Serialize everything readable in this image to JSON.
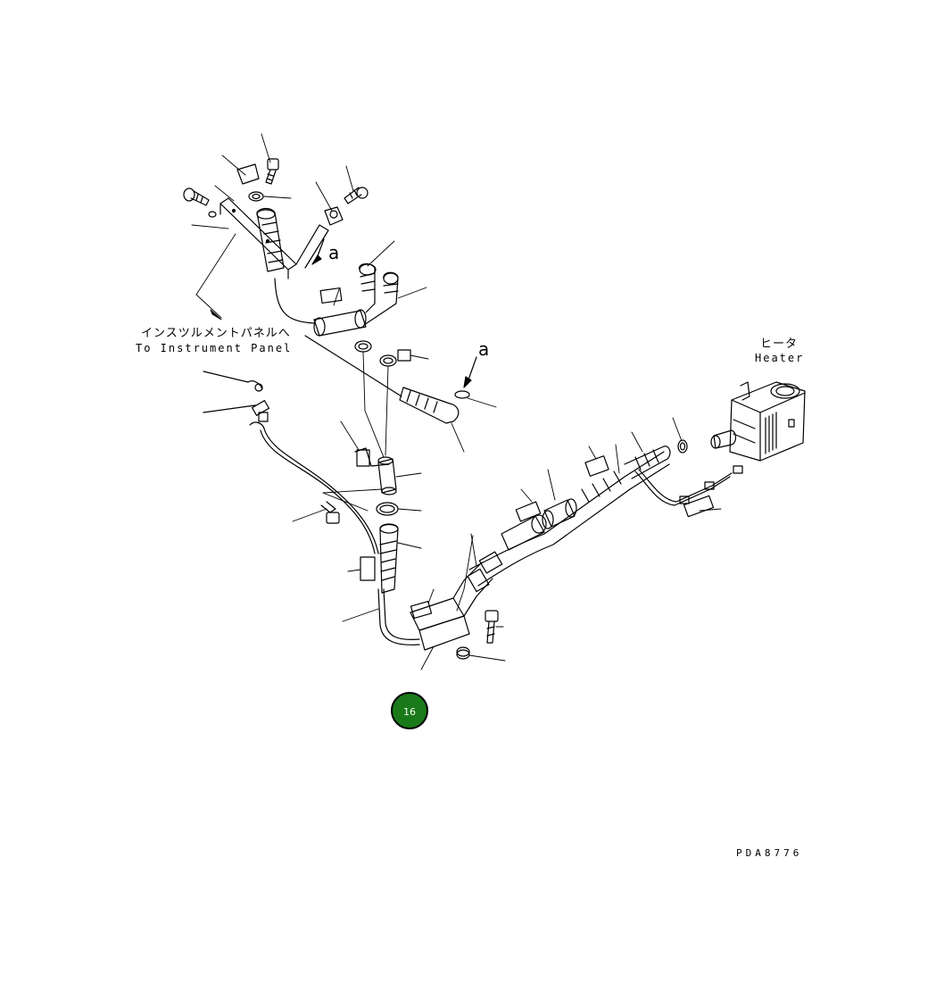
{
  "labels": {
    "instrument_jp": "インスツルメントパネルへ",
    "instrument_en": "To Instrument Panel",
    "heater_jp": "ヒータ",
    "heater_en": "Heater",
    "view_a_top": "a",
    "view_a_mid": "a",
    "drawing_no": "PDA8776"
  },
  "badge": {
    "number": "16",
    "color": "#1a7a1a"
  }
}
